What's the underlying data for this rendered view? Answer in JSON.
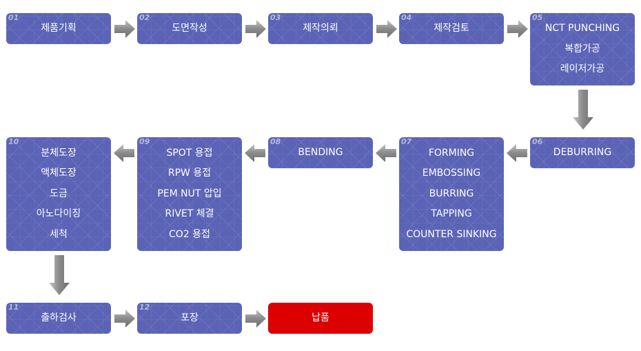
{
  "steps": [
    {
      "num": "01",
      "lines": [
        "제품기획"
      ]
    },
    {
      "num": "02",
      "lines": [
        "도면작성"
      ]
    },
    {
      "num": "03",
      "lines": [
        "제작의뢰"
      ]
    },
    {
      "num": "04",
      "lines": [
        "제작검토"
      ]
    },
    {
      "num": "05",
      "lines": [
        "NCT PUNCHING",
        "복합가공",
        "레이저가공"
      ]
    },
    {
      "num": "06",
      "lines": [
        "DEBURRING"
      ]
    },
    {
      "num": "07",
      "lines": [
        "FORMING",
        "EMBOSSING",
        "BURRING",
        "TAPPING",
        "COUNTER SINKING"
      ]
    },
    {
      "num": "08",
      "lines": [
        "BENDING"
      ]
    },
    {
      "num": "09",
      "lines": [
        "SPOT 용접",
        "RPW 용접",
        "PEM NUT 압입",
        "RIVET 체결",
        "CO2 용접"
      ]
    },
    {
      "num": "10",
      "lines": [
        "분체도장",
        "액체도장",
        "도금",
        "아노다이징",
        "세척"
      ]
    },
    {
      "num": "11",
      "lines": [
        "출하검사"
      ]
    },
    {
      "num": "12",
      "lines": [
        "포장"
      ]
    },
    {
      "num": "",
      "lines": [
        "납품"
      ]
    }
  ],
  "colors": {
    "step": "#5a63b5",
    "final": "#dd0000",
    "arrow": "#8c8c8c"
  },
  "arrow_icon": "gradient-arrow"
}
